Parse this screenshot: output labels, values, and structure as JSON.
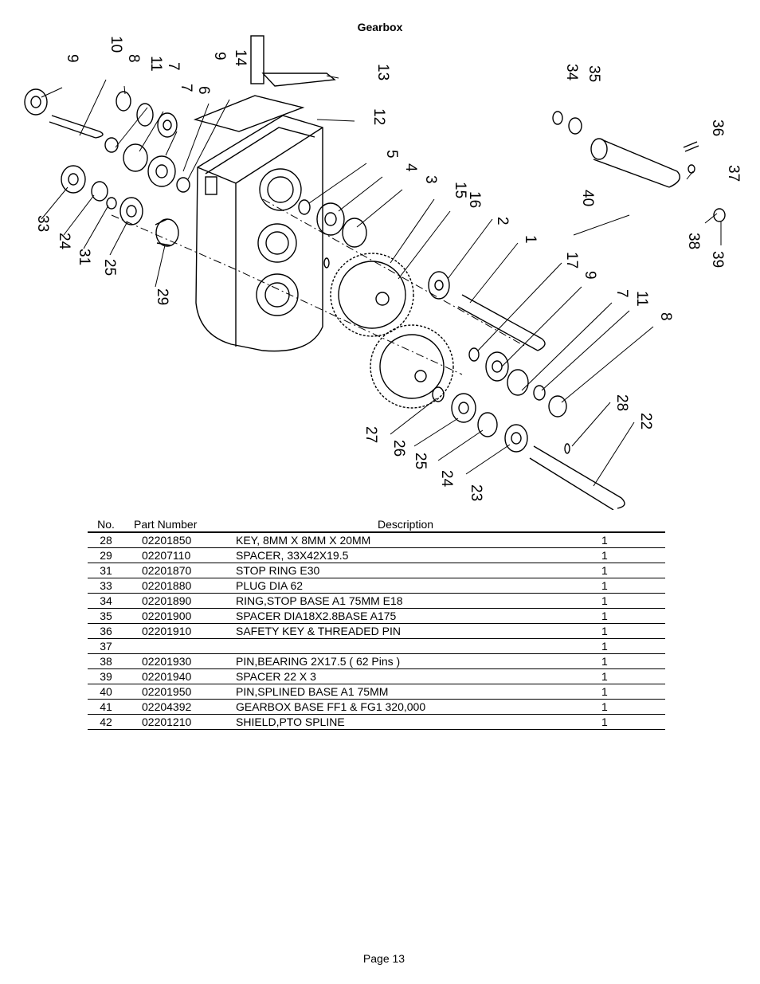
{
  "page": {
    "title": "Gearbox",
    "footer": "Page 13"
  },
  "diagram": {
    "callouts": [
      "9",
      "10",
      "8",
      "11",
      "7",
      "7",
      "6",
      "9",
      "14",
      "13",
      "12",
      "5",
      "4",
      "3",
      "15",
      "16",
      "33",
      "24",
      "31",
      "25",
      "29",
      "2",
      "1",
      "17",
      "9",
      "7",
      "11",
      "8",
      "34",
      "35",
      "36",
      "37",
      "40",
      "38",
      "39",
      "27",
      "26",
      "25",
      "24",
      "23",
      "28",
      "22"
    ]
  },
  "table": {
    "headers": {
      "no": "No.",
      "part_number": "Part Number",
      "description": "Description"
    },
    "rows": [
      {
        "no": "28",
        "part_number": "02201850",
        "description": "KEY, 8MM X 8MM X 20MM",
        "qty": "1"
      },
      {
        "no": "29",
        "part_number": "02207110",
        "description": "SPACER, 33X42X19.5",
        "qty": "1"
      },
      {
        "no": "31",
        "part_number": "02201870",
        "description": "STOP RING E30",
        "qty": "1"
      },
      {
        "no": "33",
        "part_number": "02201880",
        "description": "PLUG DIA 62",
        "qty": "1"
      },
      {
        "no": "34",
        "part_number": "02201890",
        "description": "RING,STOP BASE A1 75MM E18",
        "qty": "1"
      },
      {
        "no": "35",
        "part_number": "02201900",
        "description": "SPACER DIA18X2.8BASE A175",
        "qty": "1"
      },
      {
        "no": "36",
        "part_number": "02201910",
        "description": "SAFETY KEY & THREADED PIN",
        "qty": "1"
      },
      {
        "no": "37",
        "part_number": "",
        "description": "",
        "qty": "1"
      },
      {
        "no": "38",
        "part_number": "02201930",
        "description": "PIN,BEARING  2X17.5  ( 62 Pins )",
        "qty": "1"
      },
      {
        "no": "39",
        "part_number": "02201940",
        "description": "SPACER 22 X 3",
        "qty": "1"
      },
      {
        "no": "40",
        "part_number": "02201950",
        "description": "PIN,SPLINED BASE A1 75MM",
        "qty": "1"
      },
      {
        "no": "41",
        "part_number": "02204392",
        "description": "GEARBOX BASE FF1 & FG1 320,000",
        "qty": "1"
      },
      {
        "no": "42",
        "part_number": "02201210",
        "description": "SHIELD,PTO SPLINE",
        "qty": "1"
      }
    ]
  }
}
